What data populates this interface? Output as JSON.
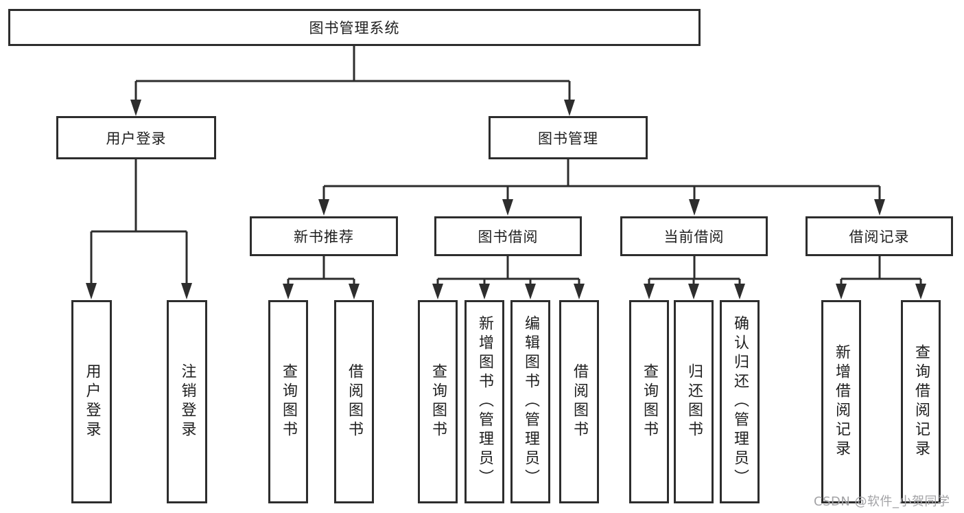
{
  "colors": {
    "line": "#2d2d2d",
    "box_border": "#2d2d2d",
    "text": "#1f1f1f",
    "background": "#ffffff",
    "watermark": "#a3a3a6"
  },
  "tree": {
    "label": "图书管理系统",
    "children": [
      {
        "label": "用户登录",
        "children": [
          {
            "label": "用户登录"
          },
          {
            "label": "注销登录"
          }
        ]
      },
      {
        "label": "图书管理",
        "children": [
          {
            "label": "新书推荐",
            "children": [
              {
                "label": "查询图书"
              },
              {
                "label": "借阅图书"
              }
            ]
          },
          {
            "label": "图书借阅",
            "children": [
              {
                "label": "查询图书"
              },
              {
                "label": "新增图书（管理员）"
              },
              {
                "label": "编辑图书（管理员）"
              },
              {
                "label": "借阅图书"
              }
            ]
          },
          {
            "label": "当前借阅",
            "children": [
              {
                "label": "查询图书"
              },
              {
                "label": "归还图书"
              },
              {
                "label": "确认归还（管理员）"
              }
            ]
          },
          {
            "label": "借阅记录",
            "children": [
              {
                "label": "新增借阅记录"
              },
              {
                "label": "查询借阅记录"
              }
            ]
          }
        ]
      }
    ]
  },
  "watermark": {
    "text": "CSDN @软件_小贺同学"
  }
}
